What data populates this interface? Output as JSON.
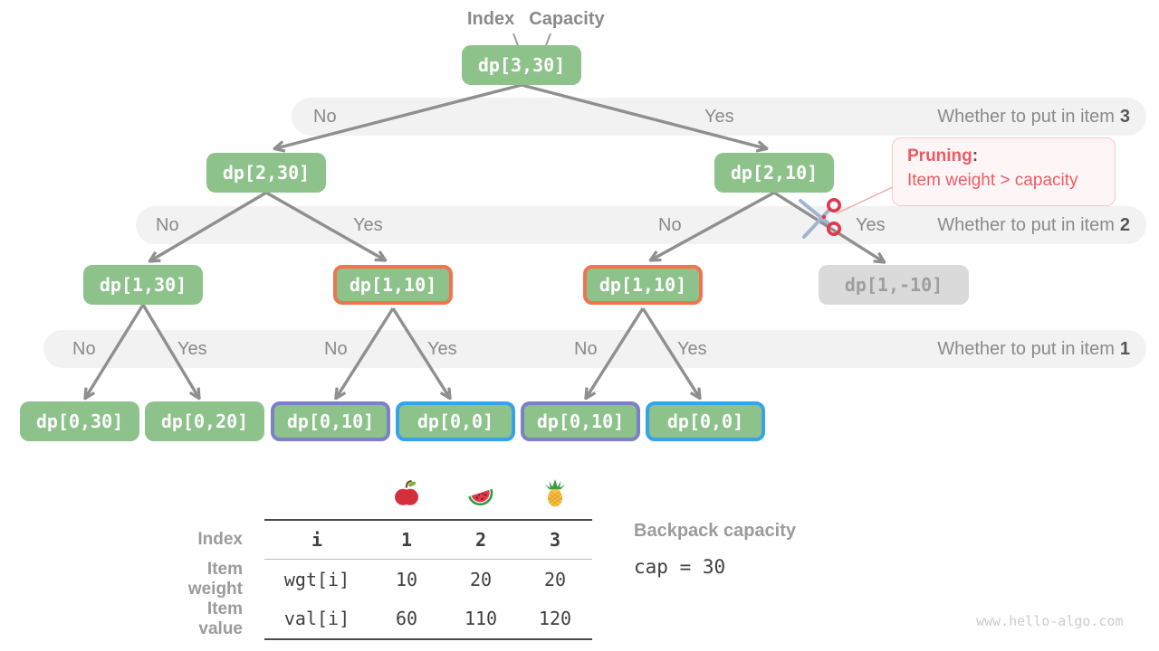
{
  "header": {
    "index_label": "Index",
    "capacity_label": "Capacity"
  },
  "nodes": [
    {
      "label": "dp[3,30]",
      "variant": "green"
    },
    {
      "label": "dp[2,30]",
      "variant": "green"
    },
    {
      "label": "dp[2,10]",
      "variant": "green"
    },
    {
      "label": "dp[1,30]",
      "variant": "green"
    },
    {
      "label": "dp[1,10]",
      "variant": "orange-border"
    },
    {
      "label": "dp[1,10]",
      "variant": "orange-border"
    },
    {
      "label": "dp[1,-10]",
      "variant": "gray-pruned"
    },
    {
      "label": "dp[0,30]",
      "variant": "green"
    },
    {
      "label": "dp[0,20]",
      "variant": "green"
    },
    {
      "label": "dp[0,10]",
      "variant": "purple-border"
    },
    {
      "label": "dp[0,0]",
      "variant": "blue-border"
    },
    {
      "label": "dp[0,10]",
      "variant": "purple-border"
    },
    {
      "label": "dp[0,0]",
      "variant": "blue-border"
    }
  ],
  "bands": [
    {
      "labels": [
        "No",
        "Yes"
      ],
      "title": "Whether to put in item",
      "item": "3"
    },
    {
      "labels": [
        "No",
        "Yes",
        "No",
        "Yes"
      ],
      "title": "Whether to put in item",
      "item": "2"
    },
    {
      "labels": [
        "No",
        "Yes",
        "No",
        "Yes",
        "No",
        "Yes"
      ],
      "title": "Whether to put in item",
      "item": "1"
    }
  ],
  "pruning": {
    "title": "Pruning",
    "colon": ":",
    "text": "Item weight > capacity"
  },
  "icons": {
    "scissors": "scissors",
    "fruits": [
      "apple",
      "watermelon",
      "pineapple"
    ]
  },
  "table": {
    "rows": [
      {
        "label": "Index",
        "cells": [
          "i",
          "1",
          "2",
          "3"
        ]
      },
      {
        "label": "Item weight",
        "cells": [
          "wgt[i]",
          "10",
          "20",
          "20"
        ]
      },
      {
        "label": "Item value",
        "cells": [
          "val[i]",
          "60",
          "110",
          "120"
        ]
      }
    ]
  },
  "backpack": {
    "label": "Backpack capacity",
    "code": "cap = 30"
  },
  "watermark": "www.hello-algo.com",
  "colors": {
    "node_green": "#8dc28b",
    "highlight_orange": "#f2744e",
    "highlight_purple": "#7b80c9",
    "highlight_blue": "#35a3ec",
    "pruned_gray": "#dadada",
    "edge_gray": "#8f8f8f",
    "band_bg": "#f2f2f2",
    "pruning_red": "#ee5b64"
  }
}
